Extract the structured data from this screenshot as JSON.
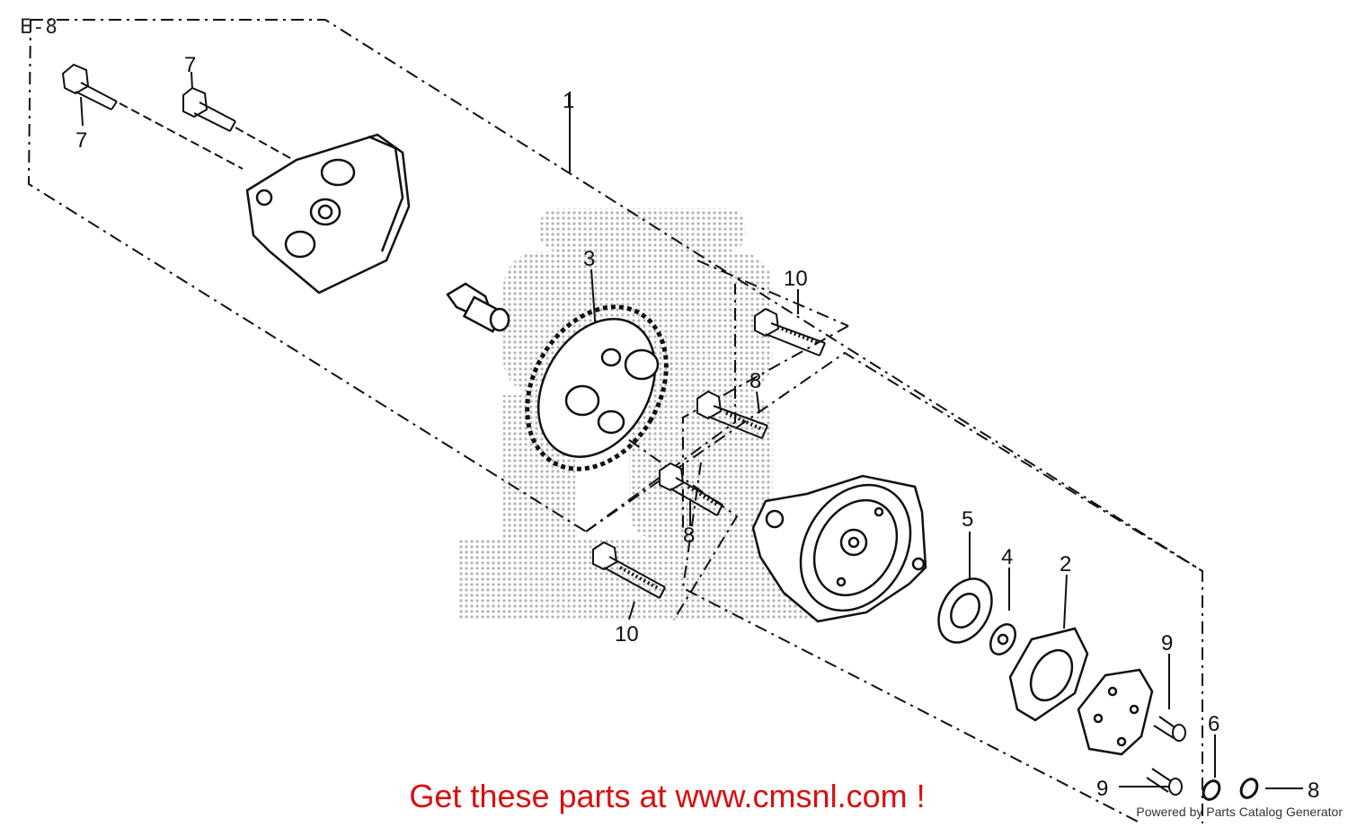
{
  "diagram": {
    "page_code": "E-8",
    "callouts": [
      {
        "id": "c1",
        "label": "1"
      },
      {
        "id": "c2",
        "label": "2"
      },
      {
        "id": "c3",
        "label": "3"
      },
      {
        "id": "c4",
        "label": "4"
      },
      {
        "id": "c5",
        "label": "5"
      },
      {
        "id": "c6",
        "label": "6"
      },
      {
        "id": "c7a",
        "label": "7"
      },
      {
        "id": "c7b",
        "label": "7"
      },
      {
        "id": "c8a",
        "label": "8"
      },
      {
        "id": "c8b",
        "label": "8"
      },
      {
        "id": "c8c",
        "label": "8"
      },
      {
        "id": "c9a",
        "label": "9"
      },
      {
        "id": "c9b",
        "label": "9"
      },
      {
        "id": "c10a",
        "label": "10"
      },
      {
        "id": "c10b",
        "label": "10"
      }
    ]
  },
  "footer": {
    "promo_text": "Get these parts at www.cmsnl.com !",
    "credit_text": "Powered by Parts Catalog Generator"
  }
}
